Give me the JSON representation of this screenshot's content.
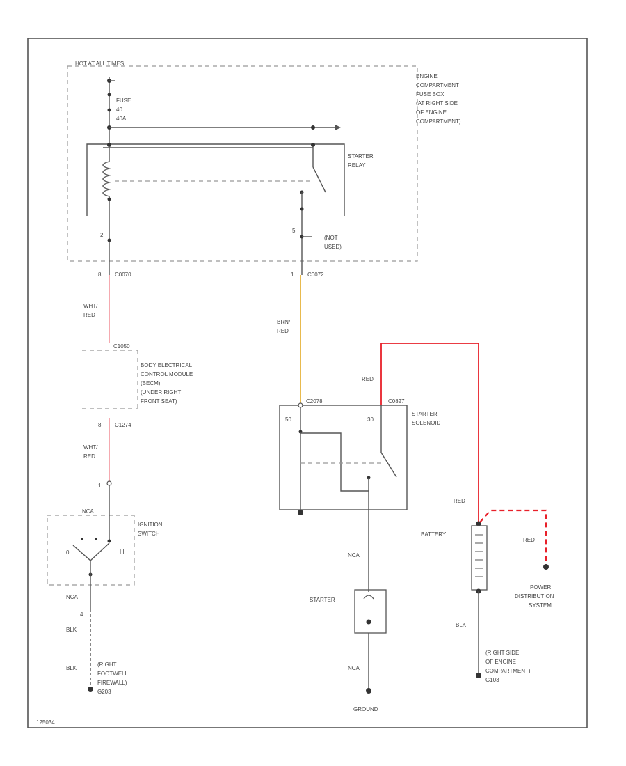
{
  "top_source": "HOT AT ALL TIMES",
  "fuse": {
    "line1": "FUSE",
    "line2": "40",
    "line3": "40A"
  },
  "fuse_box": {
    "line1": "ENGINE",
    "line2": "COMPARTMENT",
    "line3": "FUSE BOX",
    "line4": "(AT RIGHT SIDE",
    "line5": "OF ENGINE",
    "line6": "COMPARTMENT)"
  },
  "starter_relay": {
    "line1": "STARTER",
    "line2": "RELAY"
  },
  "relay_pins": {
    "p2": "2",
    "p5": "5"
  },
  "not_used": {
    "line1": "(NOT",
    "line2": "USED)"
  },
  "connectors": {
    "c0070_pin": "8",
    "c0070": "C0070",
    "c0072_pin": "1",
    "c0072": "C0072",
    "c1050": "C1050",
    "c1274_pin": "8",
    "c1274": "C1274",
    "c2078": "C2078",
    "c0827": "C0827"
  },
  "wires": {
    "wht_red_1a": "WHT/",
    "wht_red_1b": "RED",
    "brn_red_a": "BRN/",
    "brn_red_b": "RED",
    "wht_red_2a": "WHT/",
    "wht_red_2b": "RED",
    "red_top": "RED",
    "red_batt": "RED",
    "red_pds": "RED",
    "nca_ign": "NCA",
    "nca_starter": "NCA",
    "nca_ground": "NCA",
    "blk_1": "BLK",
    "blk_2": "BLK",
    "blk_batt": "BLK",
    "pin_4": "4",
    "pin_1": "1"
  },
  "becm": {
    "line1": "BODY ELECTRICAL",
    "line2": "CONTROL MODULE",
    "line3": "(BECM)",
    "line4": "(UNDER RIGHT",
    "line5": "FRONT SEAT)"
  },
  "ignition": {
    "line1": "IGNITION",
    "line2": "SWITCH",
    "nca": "NCA",
    "pos_0": "0",
    "pos_iii": "III"
  },
  "solenoid": {
    "line1": "STARTER",
    "line2": "SOLENOID",
    "t50": "50",
    "t30": "30"
  },
  "starter": "STARTER",
  "ground": "GROUND",
  "battery": "BATTERY",
  "pds": {
    "line1": "POWER",
    "line2": "DISTRIBUTION",
    "line3": "SYSTEM"
  },
  "ground_left": {
    "line1": "(RIGHT",
    "line2": "FOOTWELL",
    "line3": "FIREWALL)",
    "line4": "G203"
  },
  "ground_right": {
    "line1": "(RIGHT SIDE",
    "line2": "OF ENGINE",
    "line3": "COMPARTMENT)",
    "line4": "G103"
  },
  "figure_id": "125034",
  "colors": {
    "red_wire": "#e8202a",
    "red_dashed": "#e8202a",
    "brn_red_wire": "#e6b23a",
    "wht_red_wire": "#f4a0a8",
    "frame": "#555555"
  }
}
